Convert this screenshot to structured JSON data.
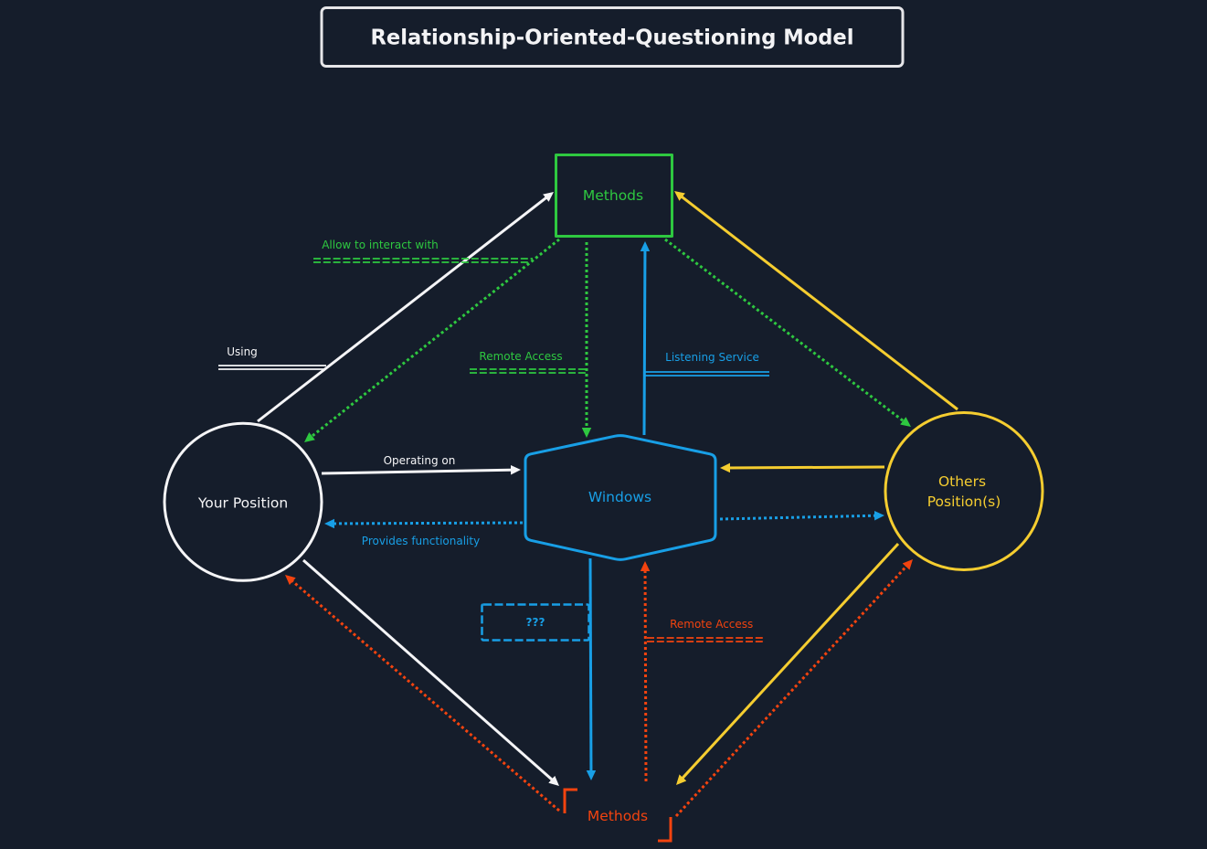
{
  "title": "Relationship-Oriented-Questioning Model",
  "colors": {
    "background": "#151d2b",
    "title_border": "#e6e6e9",
    "title_text": "#f3f3f5",
    "white": "#f5f5f7",
    "green": "#2ec840",
    "blue": "#189fe6",
    "yellow": "#f5cd30",
    "red": "#f2430f"
  },
  "nodes": {
    "methods_top": {
      "label": "Methods",
      "color": "green"
    },
    "windows": {
      "label": "Windows",
      "color": "blue"
    },
    "your_position": {
      "label": "Your Position",
      "color": "white"
    },
    "others_position": {
      "label_lines": [
        "Others",
        "Position(s)"
      ],
      "color": "yellow"
    },
    "methods_bottom": {
      "label": "Methods",
      "color": "red"
    }
  },
  "edges": [
    {
      "from": "your_position",
      "to": "methods_top",
      "color": "white",
      "style": "solid",
      "label": "Using"
    },
    {
      "from": "methods_top",
      "to": "your_position",
      "color": "green",
      "style": "dotted",
      "label": "Allow to interact with"
    },
    {
      "from": "methods_top",
      "to": "windows",
      "color": "green",
      "style": "dotted",
      "label": "Remote Access"
    },
    {
      "from": "windows",
      "to": "methods_top",
      "color": "blue",
      "style": "solid",
      "label": "Listening Service"
    },
    {
      "from": "others_position",
      "to": "methods_top",
      "color": "yellow",
      "style": "solid"
    },
    {
      "from": "methods_top",
      "to": "others_position",
      "color": "green",
      "style": "dotted"
    },
    {
      "from": "your_position",
      "to": "windows",
      "color": "white",
      "style": "solid",
      "label": "Operating on"
    },
    {
      "from": "windows",
      "to": "your_position",
      "color": "blue",
      "style": "dotted",
      "label": "Provides functionality"
    },
    {
      "from": "others_position",
      "to": "windows",
      "color": "yellow",
      "style": "solid"
    },
    {
      "from": "windows",
      "to": "others_position",
      "color": "blue",
      "style": "dotted"
    },
    {
      "from": "your_position",
      "to": "methods_bottom",
      "color": "white",
      "style": "solid"
    },
    {
      "from": "methods_bottom",
      "to": "your_position",
      "color": "red",
      "style": "dotted"
    },
    {
      "from": "windows",
      "to": "methods_bottom",
      "color": "blue",
      "style": "solid",
      "label": "???"
    },
    {
      "from": "methods_bottom",
      "to": "windows",
      "color": "red",
      "style": "dotted",
      "label": "Remote Access"
    },
    {
      "from": "others_position",
      "to": "methods_bottom",
      "color": "yellow",
      "style": "solid"
    },
    {
      "from": "methods_bottom",
      "to": "others_position",
      "color": "red",
      "style": "dotted"
    }
  ]
}
